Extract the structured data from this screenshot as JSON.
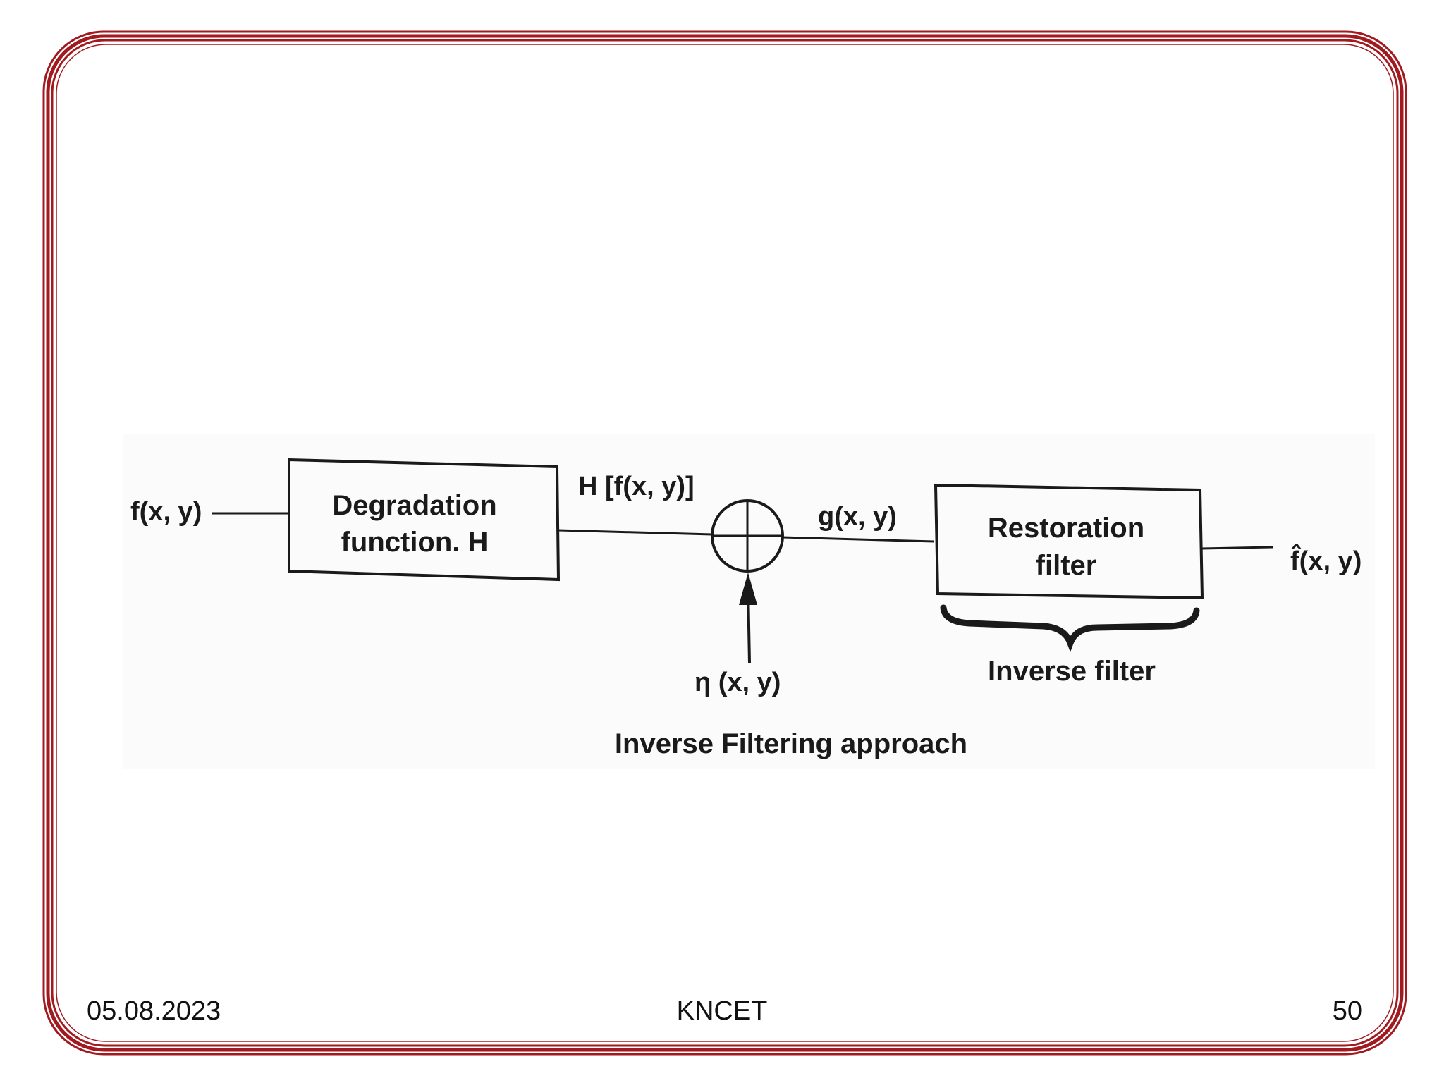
{
  "colors": {
    "frame": "#a01a1f",
    "ink": "#1a1a1a",
    "background": "#ffffff"
  },
  "diagram": {
    "input_label": "f(x, y)",
    "degradation_box": {
      "line1": "Degradation",
      "line2": "function. H"
    },
    "degraded_label": "H [f(x, y)]",
    "summing_junction": "summing-junction",
    "noise_label": "η (x, y)",
    "observed_label": "g(x, y)",
    "restoration_box": {
      "line1": "Restoration",
      "line2": "filter"
    },
    "output_label": "f̂(x, y)",
    "brace_label": "Inverse filter",
    "caption": "Inverse Filtering approach"
  },
  "footer": {
    "date": "05.08.2023",
    "center": "KNCET",
    "page": "50"
  }
}
